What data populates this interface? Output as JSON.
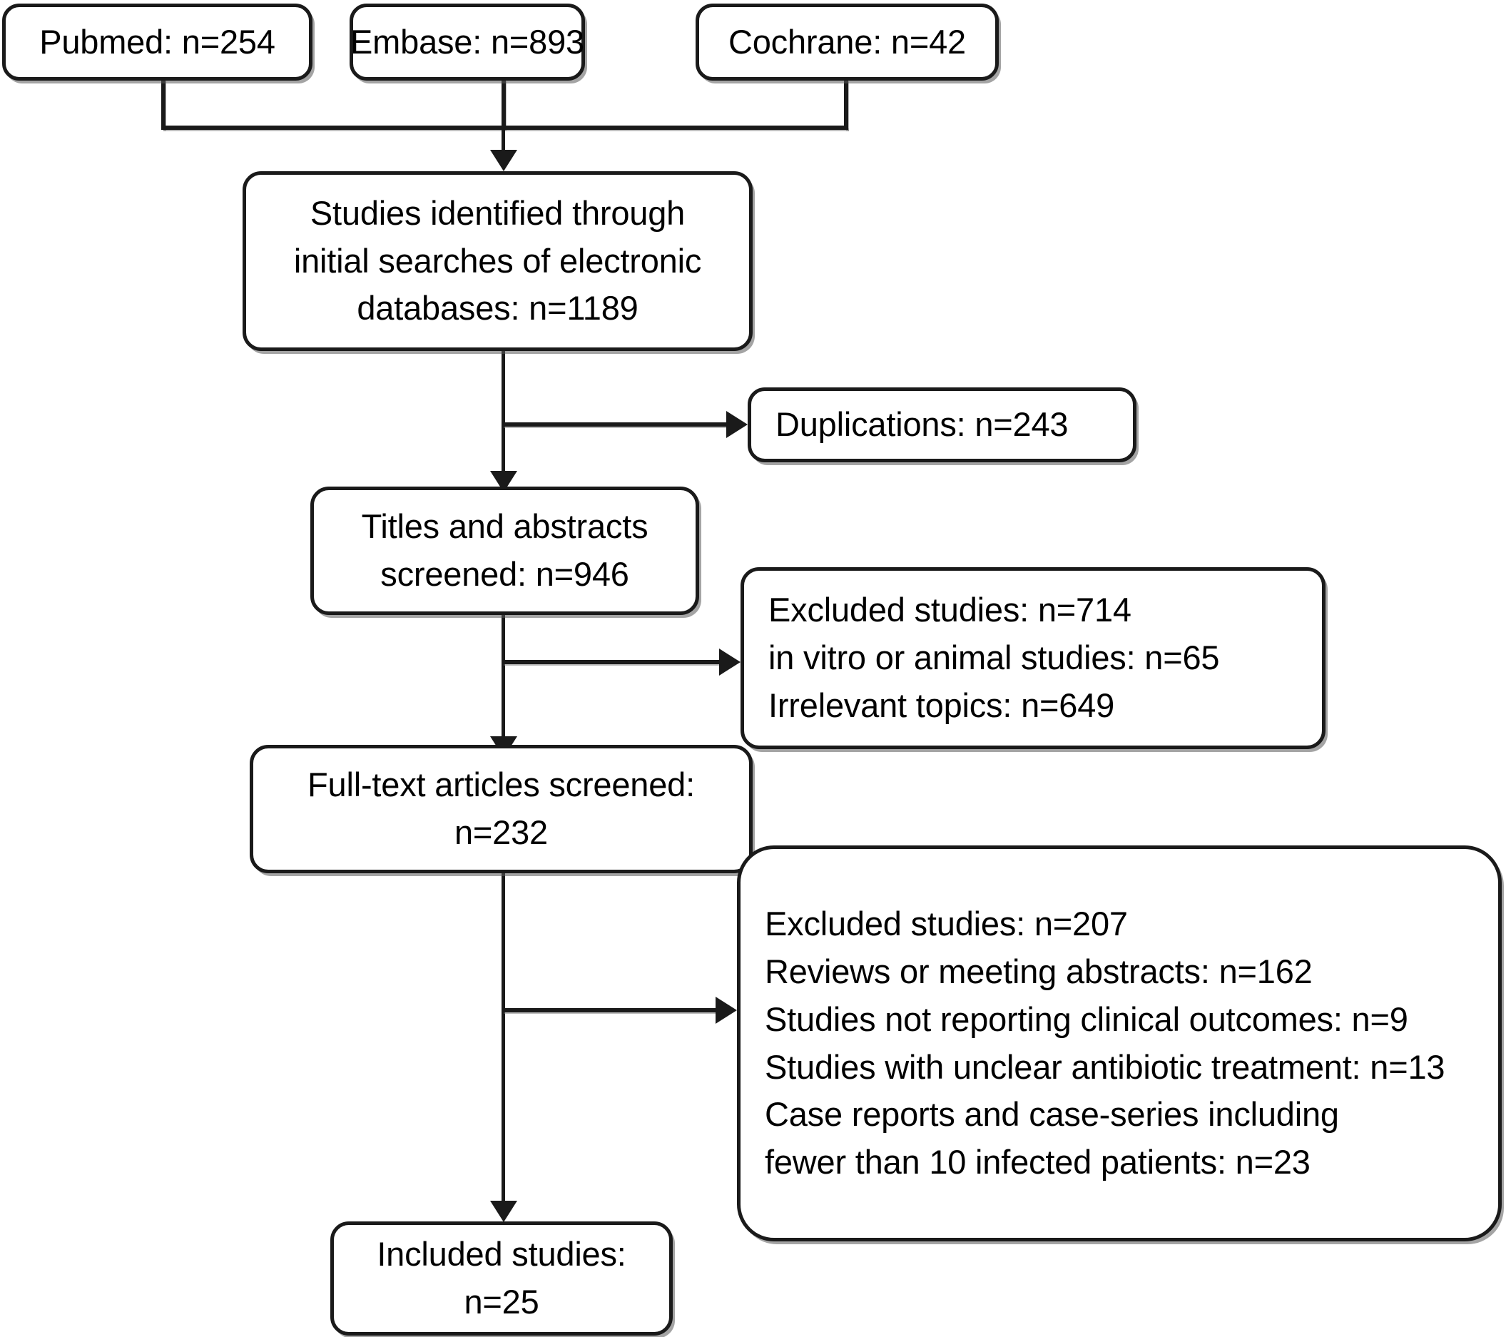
{
  "diagram": {
    "type": "prisma-flow-diagram",
    "sources": [
      {
        "id": "pubmed",
        "label": "Pubmed: n=254"
      },
      {
        "id": "embase",
        "label": "Embase: n=893"
      },
      {
        "id": "cochrane",
        "label": "Cochrane: n=42"
      }
    ],
    "identified": {
      "line1": "Studies identified through",
      "line2": "initial searches of electronic",
      "line3": "databases: n=1189"
    },
    "duplications": {
      "line1": "Duplications: n=243"
    },
    "screened": {
      "line1": "Titles and abstracts",
      "line2": "screened: n=946"
    },
    "excluded_screening": {
      "line1": "Excluded studies: n=714",
      "line2": "in vitro or animal studies: n=65",
      "line3": "Irrelevant topics: n=649"
    },
    "fulltext": {
      "line1": "Full-text articles screened:",
      "line2": "n=232"
    },
    "excluded_fulltext": {
      "line1": "Excluded studies: n=207",
      "line2": "Reviews or meeting abstracts: n=162",
      "line3": "Studies not reporting clinical outcomes: n=9",
      "line4": "Studies with unclear antibiotic treatment: n=13",
      "line5": "Case reports and case-series including",
      "line6": "fewer than 10 infected patients: n=23"
    },
    "included": {
      "line1": "Included studies:",
      "line2": "n=25"
    },
    "colors": {
      "stroke": "#1a1a1a",
      "fill": "#ffffff",
      "text": "#000000",
      "shadow": "#5a5a5a"
    }
  }
}
